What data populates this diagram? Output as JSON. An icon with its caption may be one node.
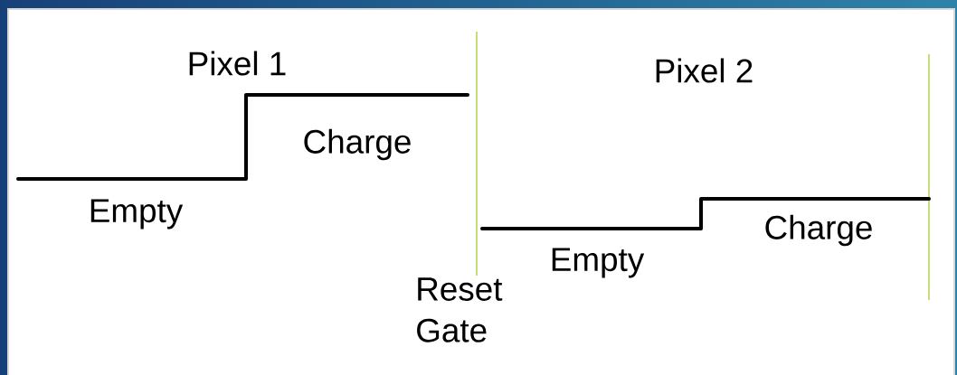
{
  "diagram": {
    "labels": [
      "Pixel 1",
      "Pixel 2",
      "Charge",
      "Empty",
      "Charge",
      "Empty",
      "Reset Gate"
    ]
  }
}
